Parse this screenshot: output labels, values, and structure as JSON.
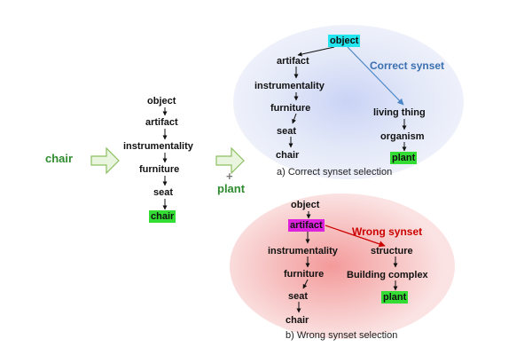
{
  "colors": {
    "green_highlight": "#33dd33",
    "cyan_highlight": "#22e5ee",
    "magenta_highlight": "#dd22dd",
    "correct_label": "#3a6fb0",
    "wrong_label": "#cc0000",
    "input_green": "#2e8b2e"
  },
  "input": {
    "word": "chair",
    "plus": "+",
    "second_word": "plant"
  },
  "left_chain": [
    "object",
    "artifact",
    "instrumentality",
    "furniture",
    "seat",
    "chair"
  ],
  "correct": {
    "root": "object",
    "branch_a": [
      "artifact",
      "instrumentality",
      "furniture",
      "seat",
      "chair"
    ],
    "branch_b": [
      "living thing",
      "organism",
      "plant"
    ],
    "label": "Correct synset",
    "caption": "a) Correct synset selection"
  },
  "wrong": {
    "root": "object",
    "pivot": "artifact",
    "branch_a": [
      "instrumentality",
      "furniture",
      "seat",
      "chair"
    ],
    "branch_b": [
      "structure",
      "Building complex",
      "plant"
    ],
    "label": "Wrong synset",
    "caption": "b) Wrong synset selection"
  }
}
